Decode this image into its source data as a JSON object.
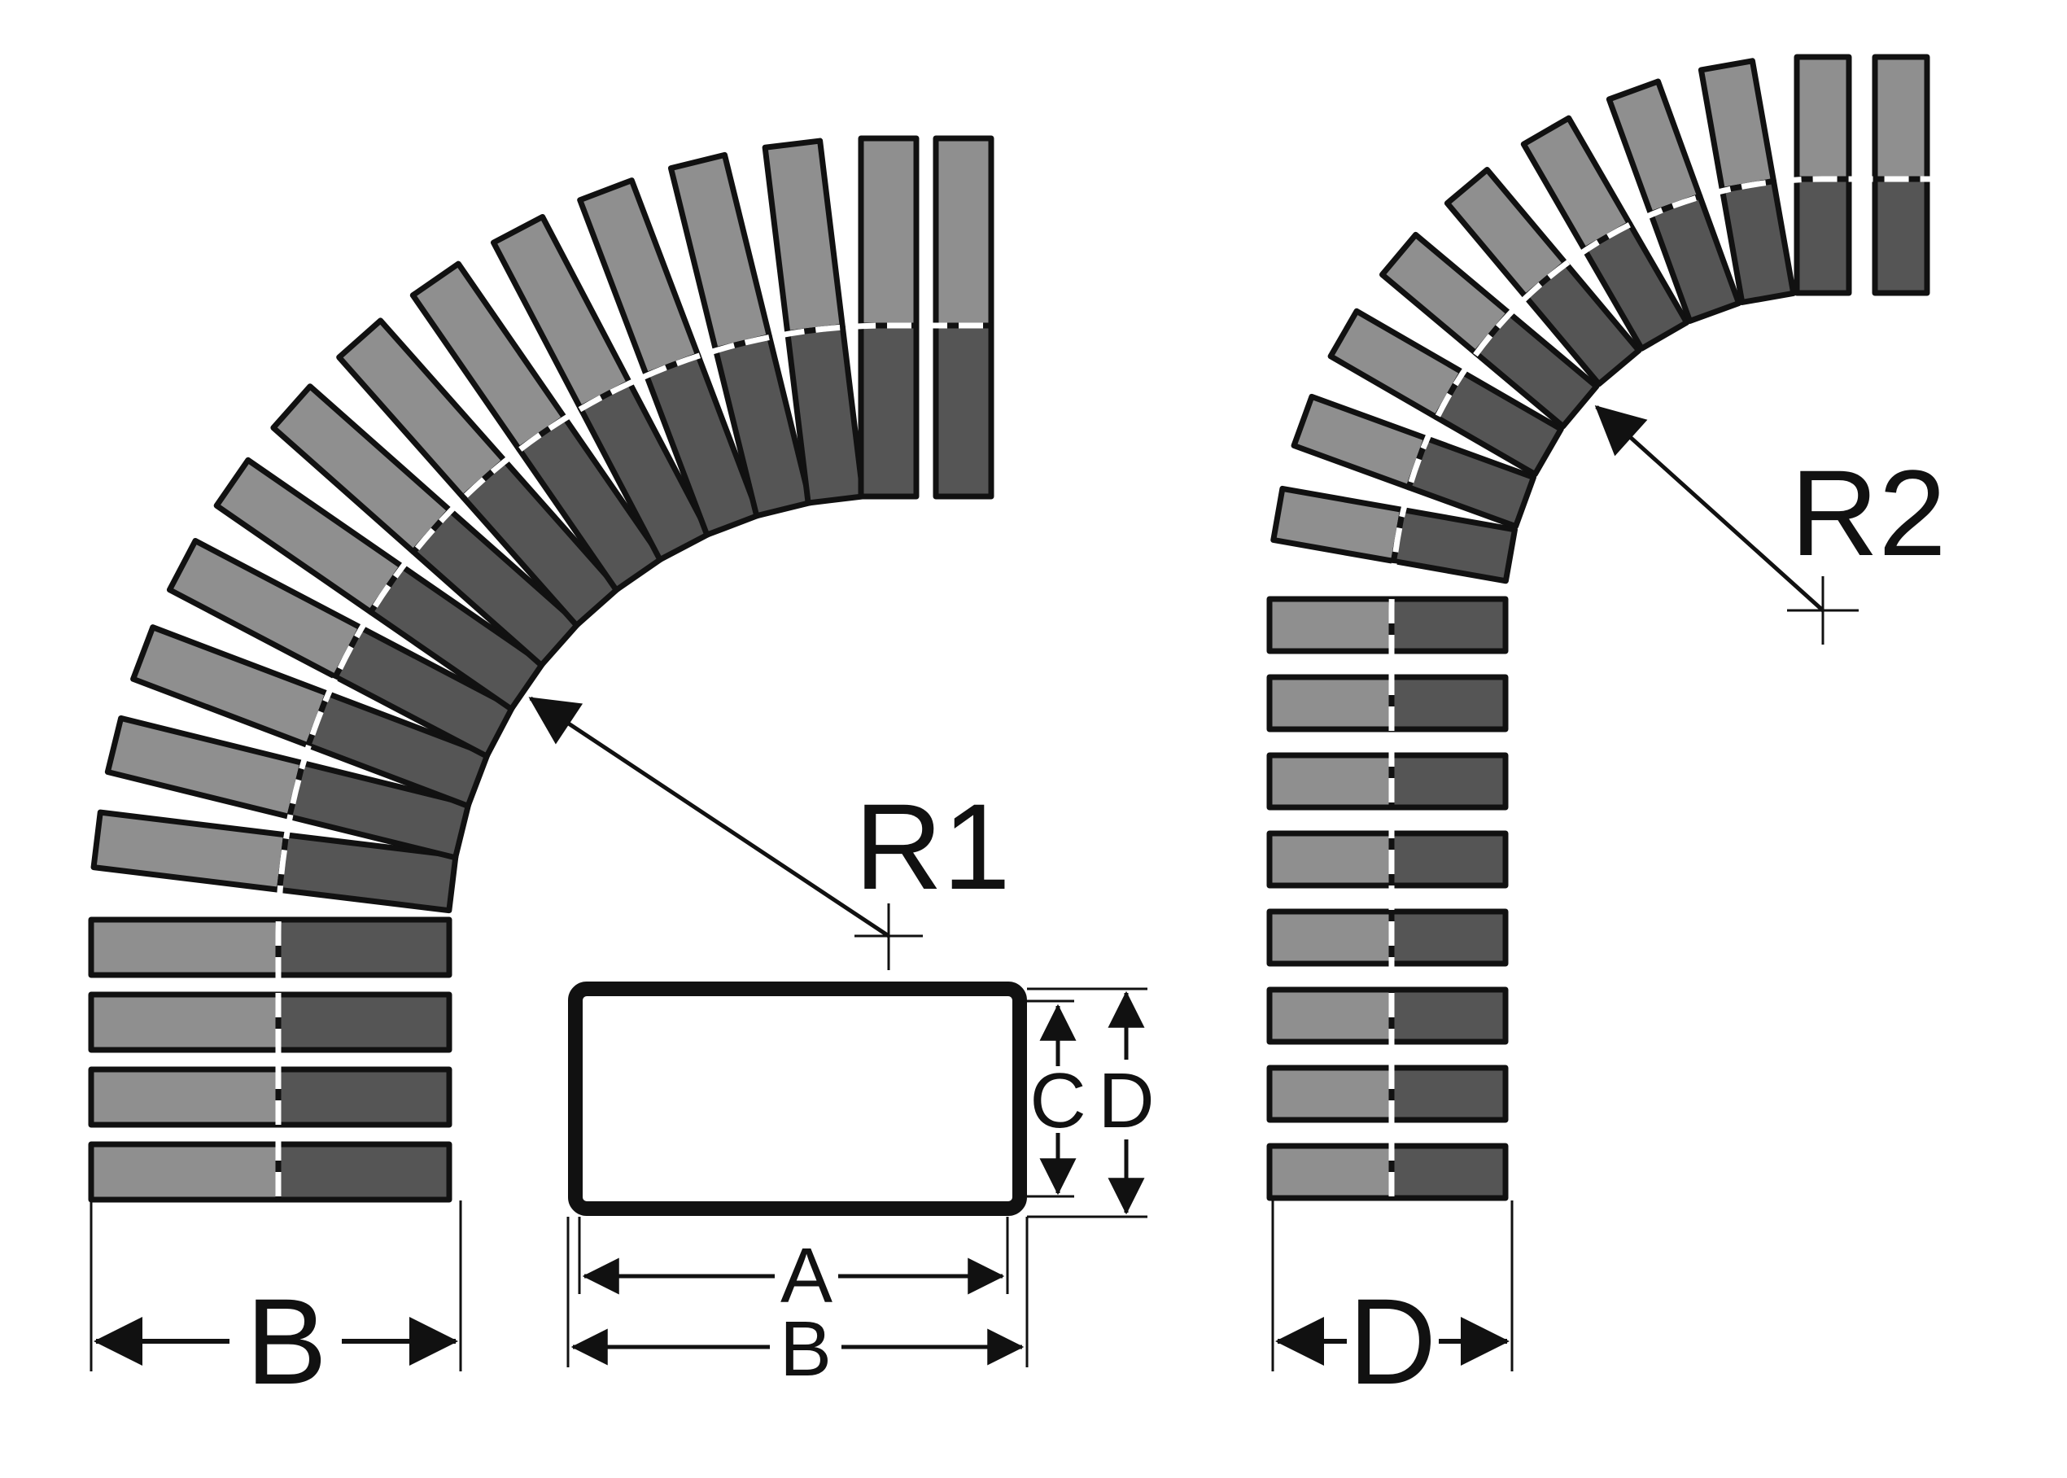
{
  "labels": {
    "r1": "R1",
    "r2": "R2",
    "a": "A",
    "b_profile": "B",
    "c": "C",
    "d_profile": "D",
    "b_width": "B",
    "d_width": "D"
  },
  "colors": {
    "ink": "#111111",
    "conduit_light": "#8f8f8f",
    "conduit_dark": "#555555",
    "centerline": "#ffffff"
  }
}
